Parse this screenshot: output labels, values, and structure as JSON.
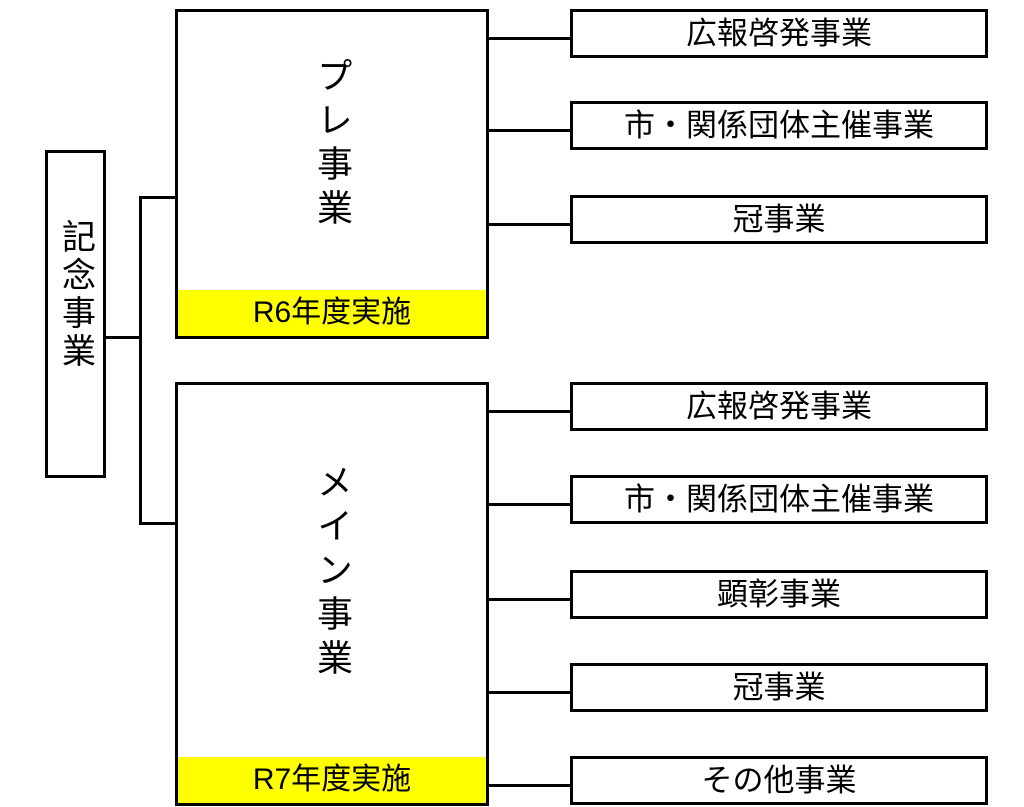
{
  "root": {
    "label": "記念事業"
  },
  "groups": [
    {
      "label": "プレ事業",
      "period": "R6年度実施",
      "items": [
        "広報啓発事業",
        "市・関係団体主催事業",
        "冠事業"
      ]
    },
    {
      "label": "メイン事業",
      "period": "R7年度実施",
      "items": [
        "広報啓発事業",
        "市・関係団体主催事業",
        "顕彰事業",
        "冠事業",
        "その他事業"
      ]
    }
  ],
  "colors": {
    "band": "#ffff00",
    "line": "#000000"
  }
}
